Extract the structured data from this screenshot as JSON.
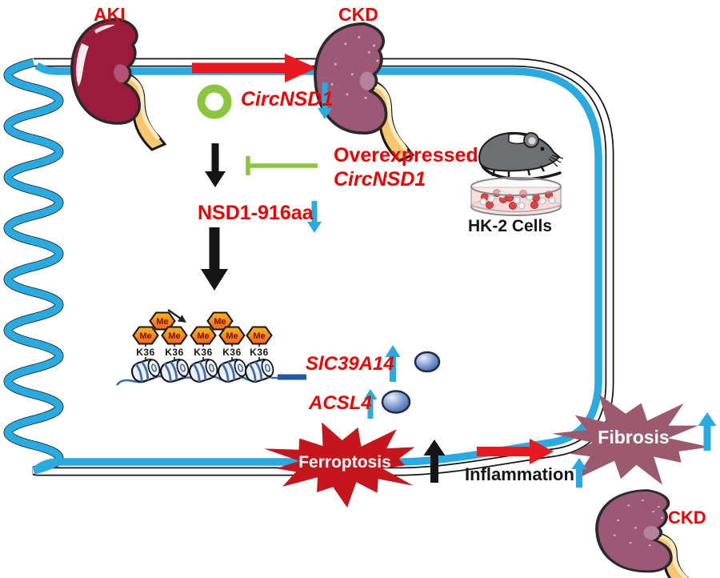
{
  "labels": {
    "aki": "AKI",
    "ckd_top": "CKD",
    "circnsd1": "CircNSD1",
    "overexpressed_line1": "Overexpressed",
    "overexpressed_line2": "CircNSD1",
    "nsd1_916aa": "NSD1-916aa",
    "hk2_cells": "HK-2 Cells",
    "slc39a14": "SlC39A14",
    "acsl4": "ACSL4",
    "ferroptosis": "Ferroptosis",
    "inflammation": "Inflammation",
    "fibrosis": "Fibrosis",
    "ckd_bottom": "CKD"
  },
  "chromatin": {
    "k36_labels": [
      "K36",
      "K36",
      "K36",
      "K36",
      "K36"
    ],
    "me_labels": [
      "Me",
      "Me",
      "Me",
      "Me",
      "Me",
      "Me",
      "Me"
    ]
  },
  "colors": {
    "label_red": "#F40000",
    "label_black": "#161616",
    "label_white": "#FFFFFF",
    "membrane_blue": "#29ABE2",
    "arrow_blue": "#29ABE2",
    "arrow_red": "#E8191F",
    "arrow_black": "#151515",
    "inhibit_green": "#8CC63E",
    "ring_green": "#8CC63E",
    "ferroptosis_star": "#C4161C",
    "fibrosis_star": "#9C5A6E",
    "kidney_maroon": "#9A1B3C",
    "kidney_plum": "#9B5977",
    "me_hexagon_orange": "#F7941E",
    "dna_blue": "#2E6DB4"
  },
  "icons": {
    "circrna_ring": "green-open-circle",
    "inhibition_bar": "green-t-bar",
    "kidney": "bean-organ",
    "mouse": "gray-lab-mouse",
    "petri_dish": "cell-culture-dish",
    "nucleosome": "blue-striped-spool",
    "me_hexagon": "orange-methyl-hexagon",
    "sphere": "blue-protein-sphere",
    "starburst": "spiky-burst"
  }
}
